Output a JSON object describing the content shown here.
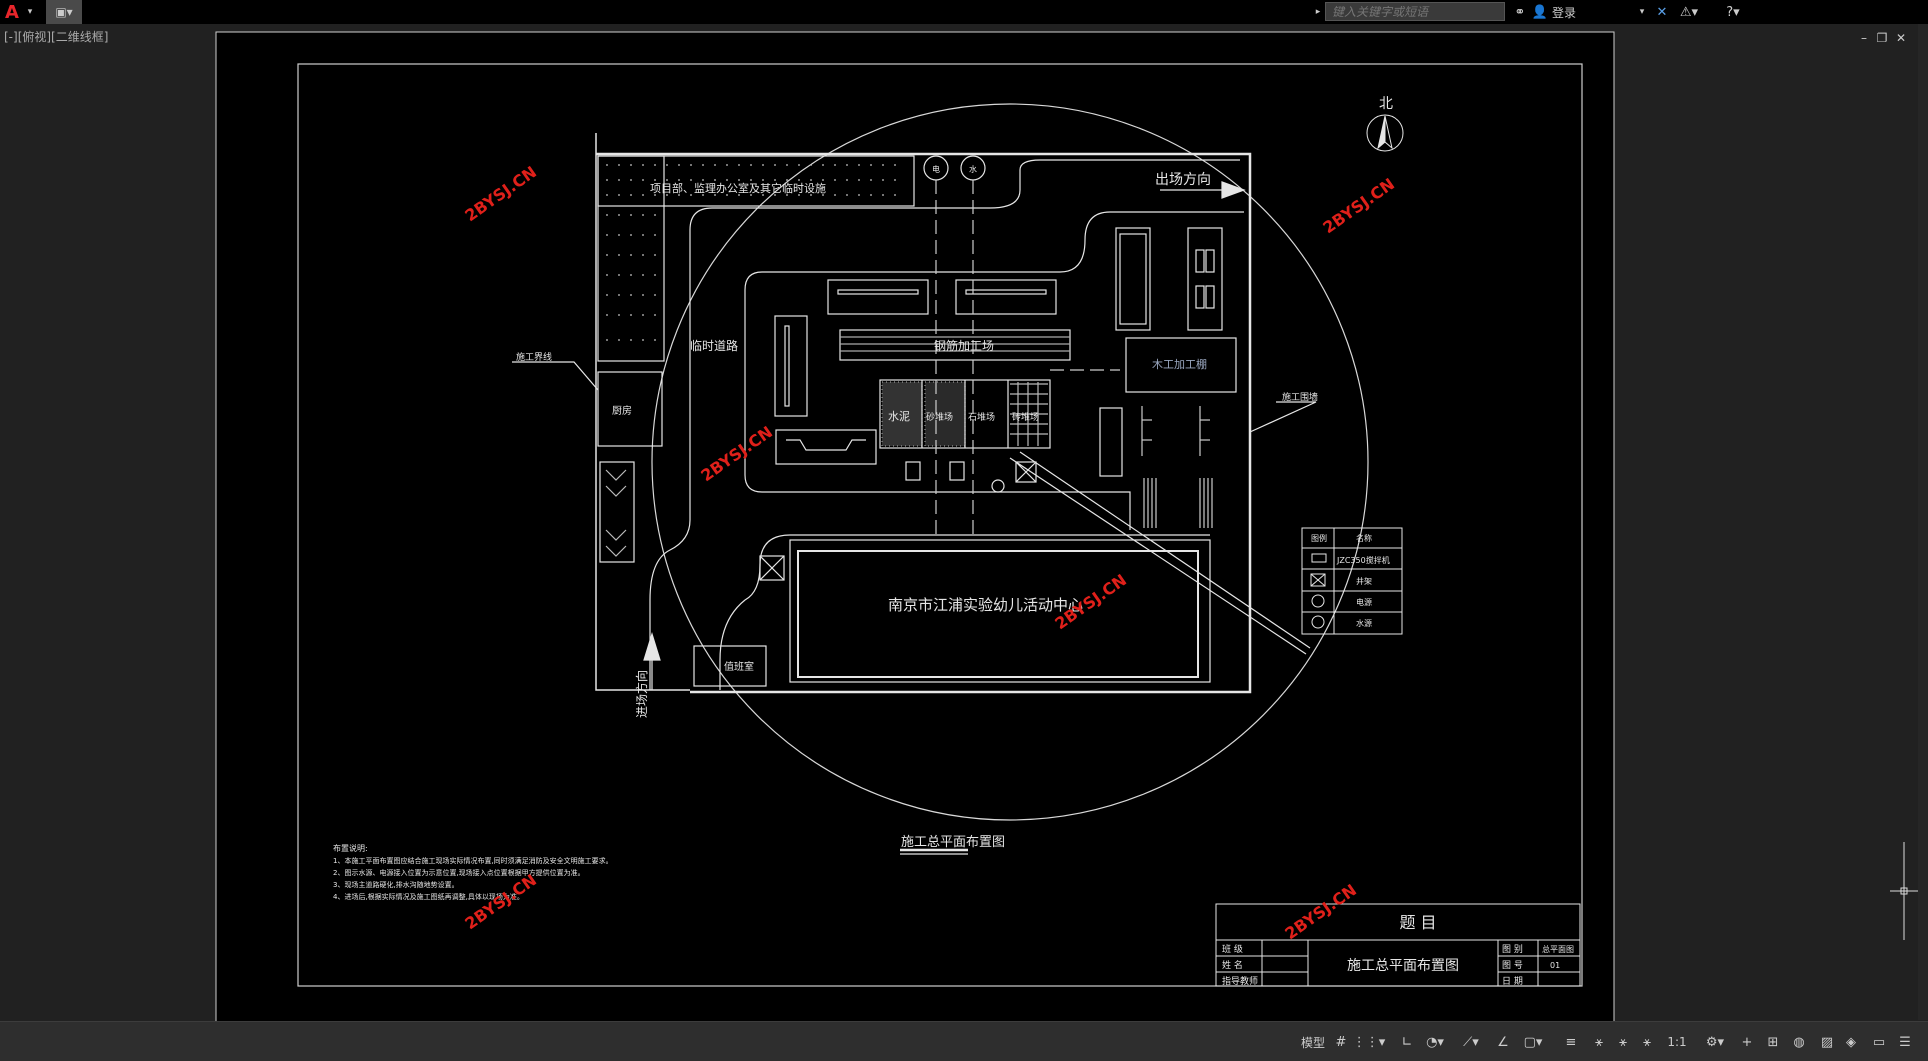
{
  "app": {
    "brand_icon": "autocad-a-icon"
  },
  "toolbar": {
    "search_placeholder": "键入关键字或短语",
    "login_label": "登录"
  },
  "viewport": {
    "label": "[-][俯视][二维线框]"
  },
  "drawing": {
    "plan_title": "施工总平面布置图",
    "project_name": "南京市江浦实验幼儿活动中心",
    "north_label": "北",
    "exit_direction": "出场方向",
    "entry_direction": "进场方向",
    "temporary_road": "临时道路",
    "boundary_left": "施工界线",
    "boundary_right": "施工围墙",
    "office_block": "项目部、监理办公室及其它临时设施",
    "rebar_yard": "钢筋加工场",
    "wood_yard": "木工加工棚",
    "cement": "水泥",
    "sand_yard": "砂堆场",
    "stone_yard": "石堆场",
    "brick_yard": "砖堆场",
    "kitchen": "厨房",
    "guard_room": "值班室",
    "water_mark": "水",
    "power_mark": "电",
    "notes_title": "布置说明:",
    "notes": [
      "1、本施工平面布置图应结合施工现场实际情况布置,同时须满足消防及安全文明施工要求。",
      "2、图示水源、电源接入位置为示意位置,现场接入点位置根据甲方提供位置为准。",
      "3、现场主道路硬化,排水沟随地势设置。",
      "4、进场后,根据实际情况及施工图纸再调整,具体以现场为准。"
    ]
  },
  "legend": {
    "header": [
      "图例",
      "名称"
    ],
    "rows": [
      {
        "icon": "mixer-icon",
        "name": "JZC350搅拌机"
      },
      {
        "icon": "tower-crane-icon",
        "name": "井架"
      },
      {
        "icon": "power-meter-icon",
        "name": "电源"
      },
      {
        "icon": "water-meter-icon",
        "name": "水源"
      }
    ]
  },
  "title_block": {
    "heading": "题 目",
    "rows": [
      "班 级",
      "姓 名",
      "指导教师"
    ],
    "drawing_name": "施工总平面布置图",
    "right_labels": [
      "图 别",
      "图 号",
      "日 期"
    ],
    "right_values": [
      "总平面图",
      "01",
      ""
    ]
  },
  "watermark": "2BYSJ.CN",
  "statusbar": {
    "model_label": "模型",
    "scale_label": "1:1"
  },
  "colors": {
    "background": "#212121",
    "lines": "#e6e6e6",
    "watermark": "#e0201a",
    "accent": "#3a8fe0"
  }
}
